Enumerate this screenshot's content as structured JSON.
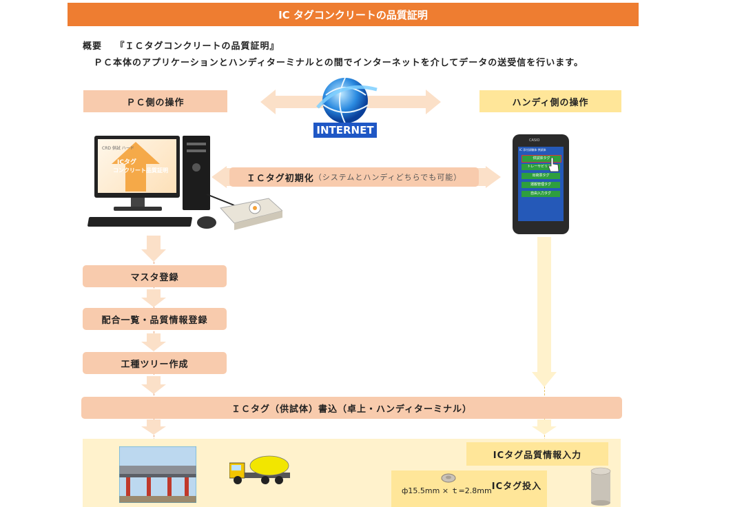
{
  "header": {
    "title": "IC タグコンクリートの品質証明"
  },
  "overview": {
    "label": "概要",
    "title": "『ＩＣタグコンクリートの品質証明』",
    "description": "ＰＣ本体のアプリケーションとハンディターミナルとの間でインターネットを介してデータの送受信を行います。"
  },
  "pc_side": {
    "label": "ＰＣ側の操作"
  },
  "handy_side": {
    "label": "ハンディ側の操作"
  },
  "internet": {
    "label": "INTERNET"
  },
  "init": {
    "label": "ＩＣタグ初期化",
    "note": "（システムとハンディどちらでも可能）"
  },
  "monitor": {
    "line1": "CRD 供試 ハード",
    "line2": "ICタグ",
    "line3": "コンクリート品質証明"
  },
  "handy_screen": {
    "brand": "CASIO",
    "header": "IC 添付試験体 供試体",
    "menu": [
      "供試体タグ",
      "トレーサビリティ",
      "出荷票タグ",
      "運搬管理タグ",
      "自由入力タグ"
    ]
  },
  "steps": {
    "master": "マスタ登録",
    "mix": "配合一覧・品質情報登録",
    "tree": "工種ツリー作成"
  },
  "write": {
    "label": "ＩＣタグ（供試体）書込（卓上・ハンディターミナル）"
  },
  "quality_input": {
    "label": "ICタグ品質情報入力"
  },
  "tag_insert": {
    "label": "ICタグ投入"
  },
  "tag_size": {
    "label": "ф15.5mm × ｔ=2.8mm"
  },
  "colors": {
    "banner": "#ee7d31",
    "peach": "#f8cbad",
    "yellow": "#ffe699",
    "green": "#2e9e3e"
  }
}
